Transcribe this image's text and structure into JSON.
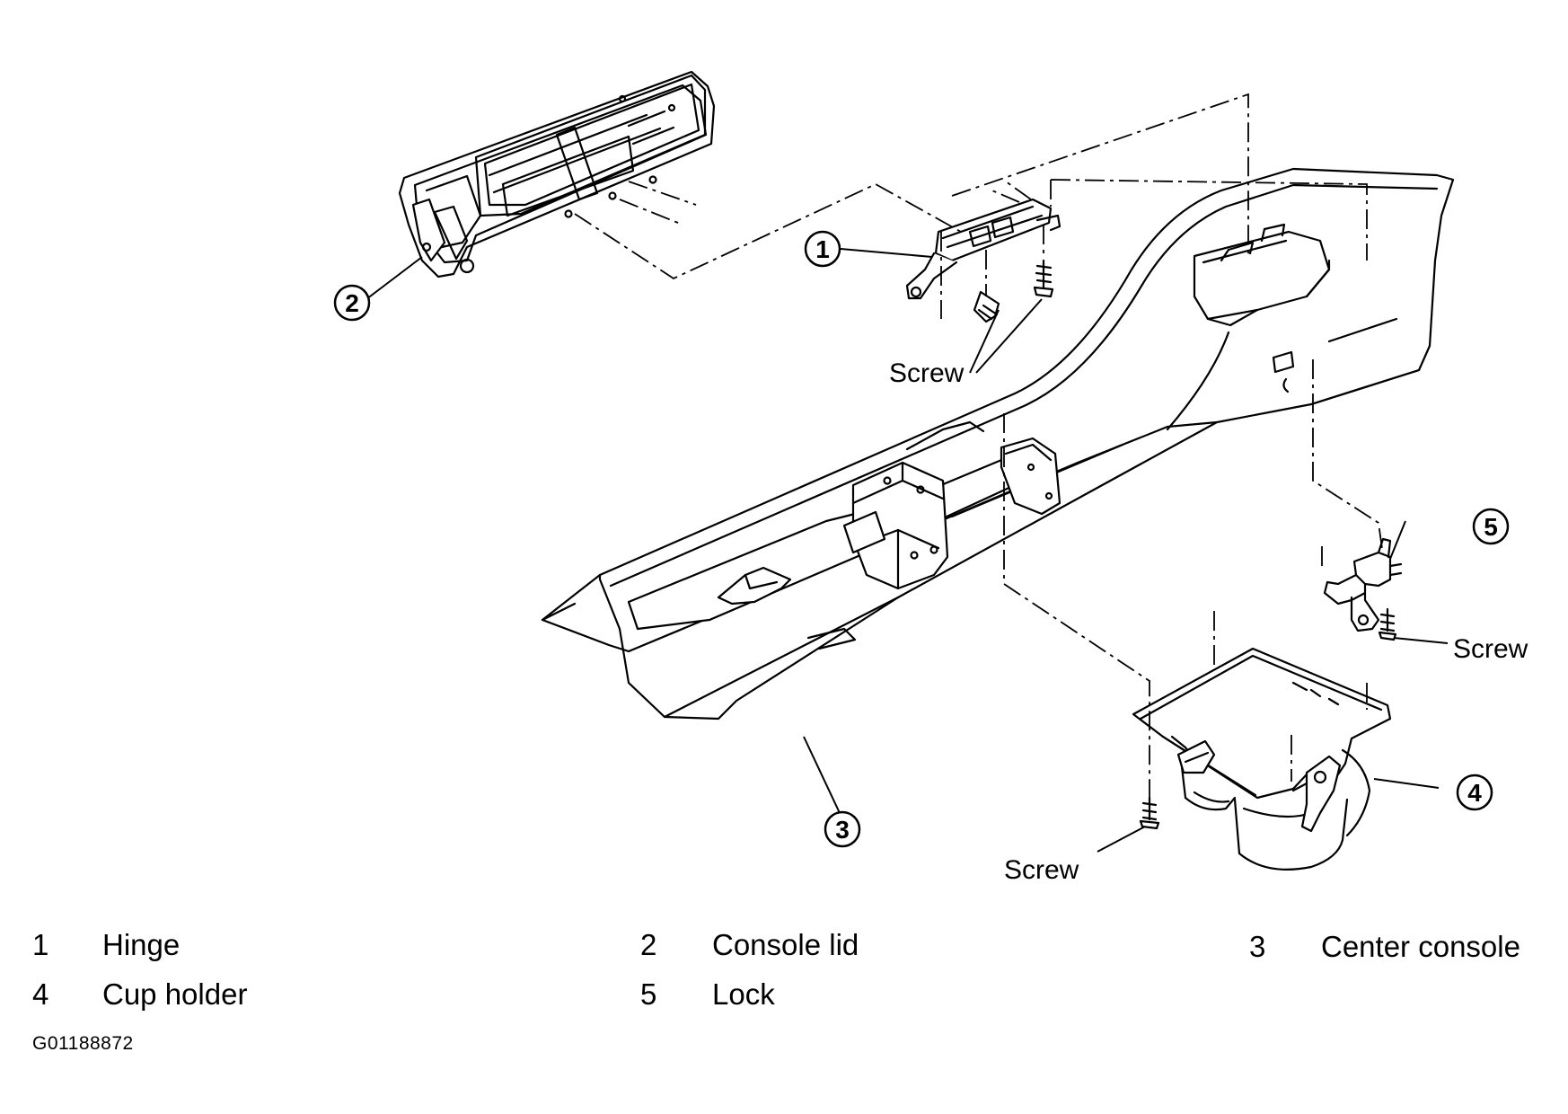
{
  "callouts": [
    "1",
    "2",
    "3",
    "4",
    "5"
  ],
  "screw_label": "Screw",
  "legend": [
    {
      "num": "1",
      "text": "Hinge"
    },
    {
      "num": "2",
      "text": "Console lid"
    },
    {
      "num": "3",
      "text": "Center console"
    },
    {
      "num": "4",
      "text": "Cup holder"
    },
    {
      "num": "5",
      "text": "Lock"
    }
  ],
  "figure_id": "G01188872"
}
